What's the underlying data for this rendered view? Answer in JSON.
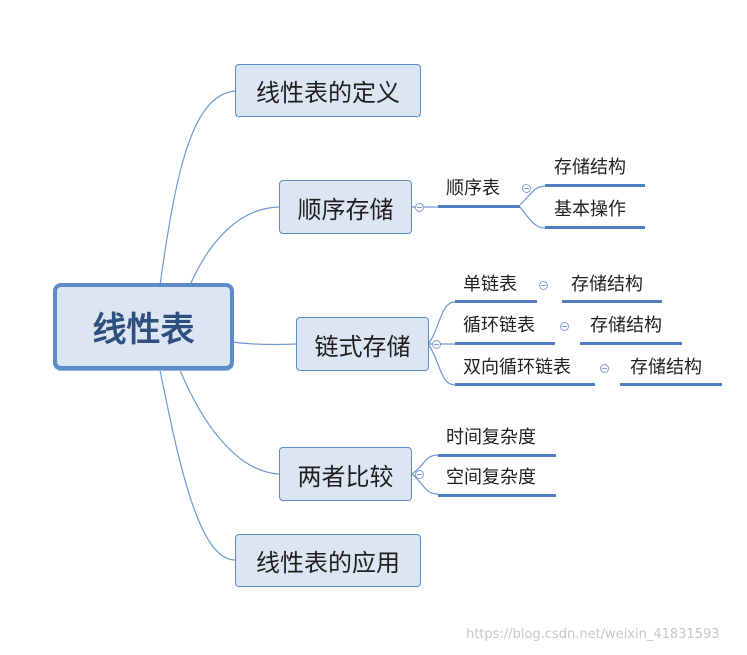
{
  "root": "线性表",
  "branches": [
    {
      "label": "线性表的定义"
    },
    {
      "label": "顺序存储",
      "children": [
        {
          "label": "顺序表",
          "children": [
            {
              "label": "存储结构"
            },
            {
              "label": "基本操作"
            }
          ]
        }
      ]
    },
    {
      "label": "链式存储",
      "children": [
        {
          "label": "单链表",
          "children": [
            {
              "label": "存储结构"
            }
          ]
        },
        {
          "label": "循环链表",
          "children": [
            {
              "label": "存储结构"
            }
          ]
        },
        {
          "label": "双向循环链表",
          "children": [
            {
              "label": "存储结构"
            }
          ]
        }
      ]
    },
    {
      "label": "两者比较",
      "children": [
        {
          "label": "时间复杂度"
        },
        {
          "label": "空间复杂度"
        }
      ]
    },
    {
      "label": "线性表的应用"
    }
  ],
  "watermark": "https://blog.csdn.net/weixin_41831593",
  "colors": {
    "node_fill": "#dce6f2",
    "node_border": "#5b8bc9",
    "line": "#5b8bc9"
  }
}
